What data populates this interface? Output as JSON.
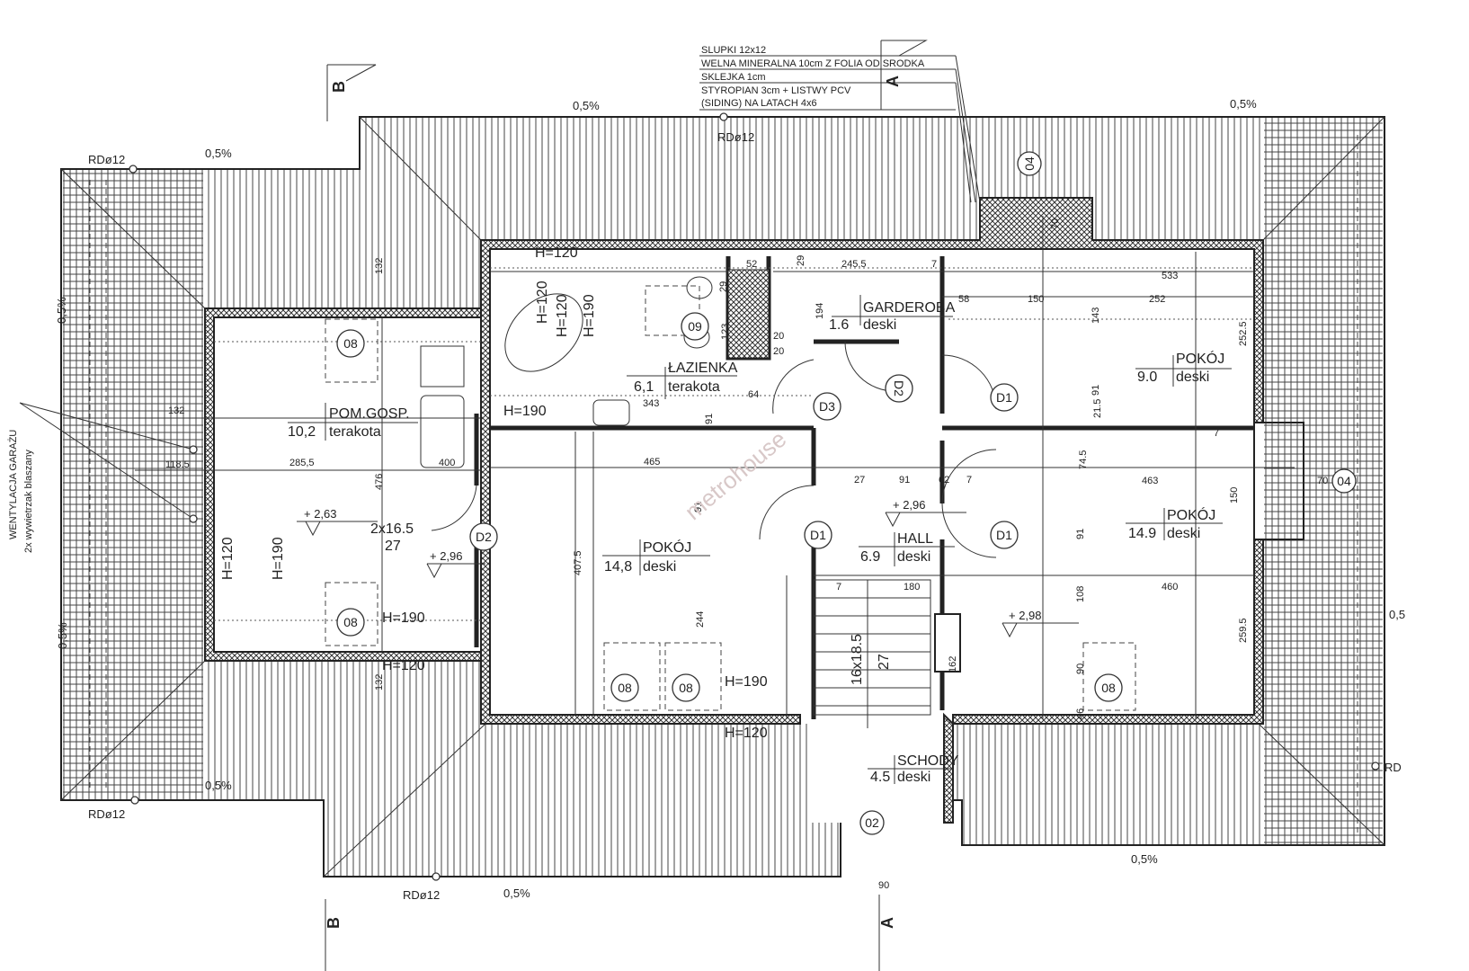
{
  "legend": [
    "SLUPKI 12x12",
    "WELNA MINERALNA 10cm Z FOLIA OD SRODKA",
    "SKLEJKA 1cm",
    "STYROPIAN 3cm + LISTWY PCV",
    "(SIDING) NA LATACH 4x6"
  ],
  "sections": {
    "b_top": "B",
    "b_bottom": "B",
    "a_top": "A",
    "a_bottom": "A"
  },
  "slopes": [
    "0,5%",
    "0,5%",
    "0,5%",
    "0,5%",
    "0,5%",
    "0,5%",
    "0,5%",
    "0,5%",
    "0,5"
  ],
  "drains": [
    "RDø12",
    "RDø12",
    "RDø12",
    "RDø12",
    "RD"
  ],
  "markers": {
    "m04a": "04",
    "m04b": "04",
    "m02": "02",
    "m08": [
      "08",
      "08",
      "08",
      "08",
      "08"
    ],
    "m09": "09",
    "d1": [
      "D1",
      "D1",
      "D1"
    ],
    "d2": [
      "D2",
      "D2"
    ],
    "d3": "D3"
  },
  "rooms": {
    "pom_gosp": {
      "name": "POM.GOSP.",
      "area": "10,2",
      "floor": "terakota"
    },
    "lazienka": {
      "name": "ŁAZIENKA",
      "area": "6,1",
      "floor": "terakota"
    },
    "garderoba": {
      "name": "GARDEROBA",
      "area": "1.6",
      "floor": "deski"
    },
    "pokoj_ne": {
      "name": "POKÓJ",
      "area": "9.0",
      "floor": "deski"
    },
    "pokoj_e": {
      "name": "POKÓJ",
      "area": "14.9",
      "floor": "deski"
    },
    "pokoj_c": {
      "name": "POKÓJ",
      "area": "14,8",
      "floor": "deski"
    },
    "hall": {
      "name": "HALL",
      "area": "6.9",
      "floor": "deski"
    },
    "schody": {
      "name": "SCHODY",
      "area": "4.5",
      "floor": "deski"
    }
  },
  "levels": [
    "+ 2,63",
    "+ 2,96",
    "+ 2,96",
    "+ 2,98"
  ],
  "heights": [
    "H=120",
    "H=120",
    "H=190",
    "H=120",
    "H=190",
    "H=190",
    "H=120",
    "H=190",
    "H=120",
    "H=190",
    "H=120"
  ],
  "stairs": {
    "main": "16x18.5",
    "main_tread": "27",
    "small": "2x16.5",
    "small_tread": "27"
  },
  "ventilation": {
    "title": "WENTYLACJA GARAŻU",
    "note": "2x wywietrzak blaszany"
  },
  "dims": [
    "132",
    "118.5",
    "285,5",
    "476",
    "400",
    "132",
    "132",
    "465",
    "407.5",
    "244",
    "91",
    "343",
    "91",
    "64",
    "29",
    "52",
    "29",
    "245.5",
    "7",
    "58",
    "150",
    "252",
    "533",
    "70",
    "143",
    "91",
    "21.5",
    "252.5",
    "7",
    "463",
    "70",
    "74.5",
    "91",
    "150",
    "7",
    "27",
    "91",
    "62",
    "7",
    "180",
    "162",
    "108",
    "90",
    "46",
    "460",
    "259.5",
    "90",
    "194",
    "123",
    "20",
    "20"
  ],
  "watermark": "metrohouse"
}
